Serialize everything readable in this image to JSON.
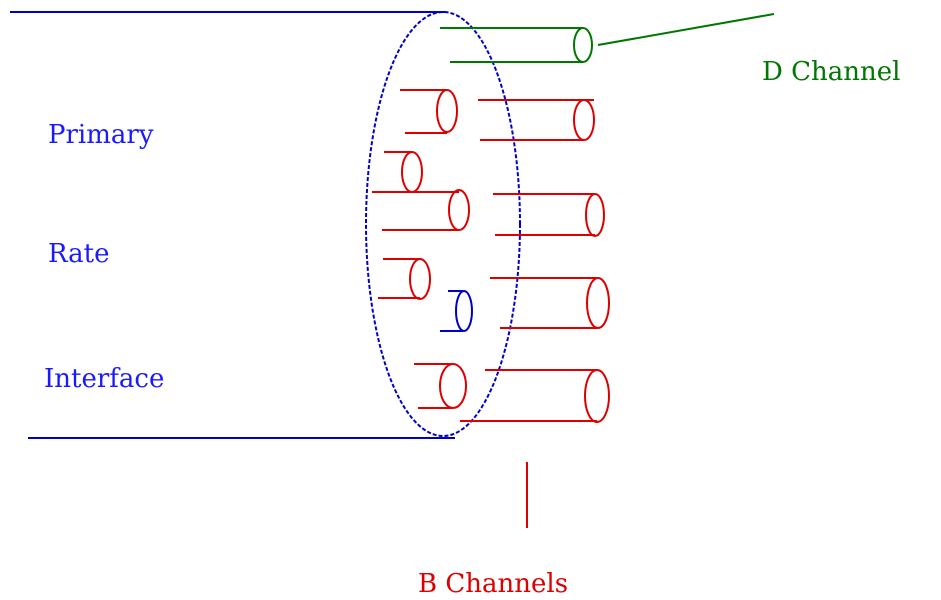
{
  "labels": {
    "primary": "Primary",
    "rate": "Rate",
    "interface": "Interface",
    "d_channel": "D Channel",
    "b_channels": "B Channels"
  },
  "colors": {
    "cable": "#0000cc",
    "text_blue": "#1a1aff",
    "b_channel": "#dd0000",
    "d_channel": "#007700"
  }
}
